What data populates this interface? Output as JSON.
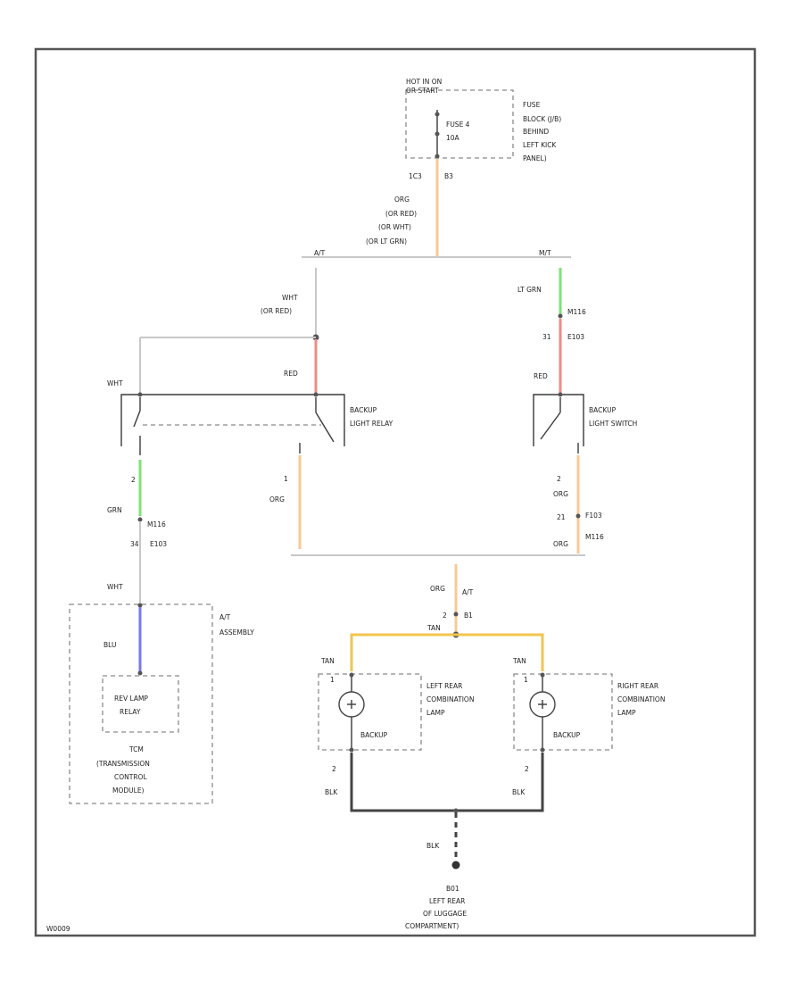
{
  "colors": {
    "orange": "#f8c896",
    "red": "#f08a8a",
    "green": "#80e07a",
    "blue": "#7878ee",
    "yellow": "#f2c64c",
    "black": "#444444"
  },
  "fuse": {
    "header": [
      "HOT IN ON",
      "OR START"
    ],
    "fuse_label": [
      "FUSE 4",
      "10A"
    ],
    "block_label": [
      "FUSE",
      "BLOCK (J/B)",
      "BEHIND",
      "LEFT KICK",
      "PANEL)"
    ],
    "pins": [
      "1C3",
      "B3"
    ]
  },
  "trunk_wire": [
    "ORG",
    "(OR RED)",
    "(OR WHT)",
    "(OR LT GRN)"
  ],
  "branch": {
    "at": "A/T",
    "mt": "M/T"
  },
  "at_side": {
    "wire_top": [
      "WHT",
      "(OR RED)"
    ],
    "red_label": "RED",
    "relay_label": [
      "BACKUP",
      "LIGHT RELAY"
    ],
    "wht_label": "WHT",
    "pin_2": "2",
    "pin_1": "1",
    "grn_label": "GRN",
    "conn_top": "M116",
    "conn_bottom_pin": "34",
    "conn_bottom": "E103",
    "org_label": "ORG",
    "wht_low": "WHT"
  },
  "mt_side": {
    "ltgrn": "LT GRN",
    "conn_top": "M116",
    "conn_pin": "31",
    "conn_bottom": "E103",
    "red_label": "RED",
    "switch_label": [
      "BACKUP",
      "LIGHT SWITCH"
    ],
    "pin_2": "2",
    "org1": "ORG",
    "conn2_pin": "21",
    "conn2_top": "F103",
    "conn2_bottom": "M116",
    "org2": "ORG"
  },
  "at_assembly": {
    "label": [
      "A/T",
      "ASSEMBLY"
    ],
    "blu": "BLU",
    "relay": [
      "REV LAMP",
      "RELAY"
    ],
    "tcm": [
      "TCM",
      "(TRANSMISSION",
      "CONTROL",
      "MODULE)"
    ]
  },
  "center": {
    "org": "ORG",
    "at_mark": "A/T",
    "pin": "2",
    "conn": "B1",
    "tan": "TAN"
  },
  "left_lamp": {
    "tan": "TAN",
    "pin1": "1",
    "name": [
      "LEFT REAR",
      "COMBINATION",
      "LAMP"
    ],
    "backup": "BACKUP",
    "pin2": "2",
    "blk": "BLK"
  },
  "right_lamp": {
    "tan": "TAN",
    "pin1": "1",
    "name": [
      "RIGHT REAR",
      "COMBINATION",
      "LAMP"
    ],
    "backup": "BACKUP",
    "pin2": "2",
    "blk": "BLK"
  },
  "ground": {
    "blk": "BLK",
    "label": [
      "B01",
      "LEFT REAR",
      "OF LUGGAGE",
      "COMPARTMENT)"
    ]
  },
  "footer_id": "W0009"
}
